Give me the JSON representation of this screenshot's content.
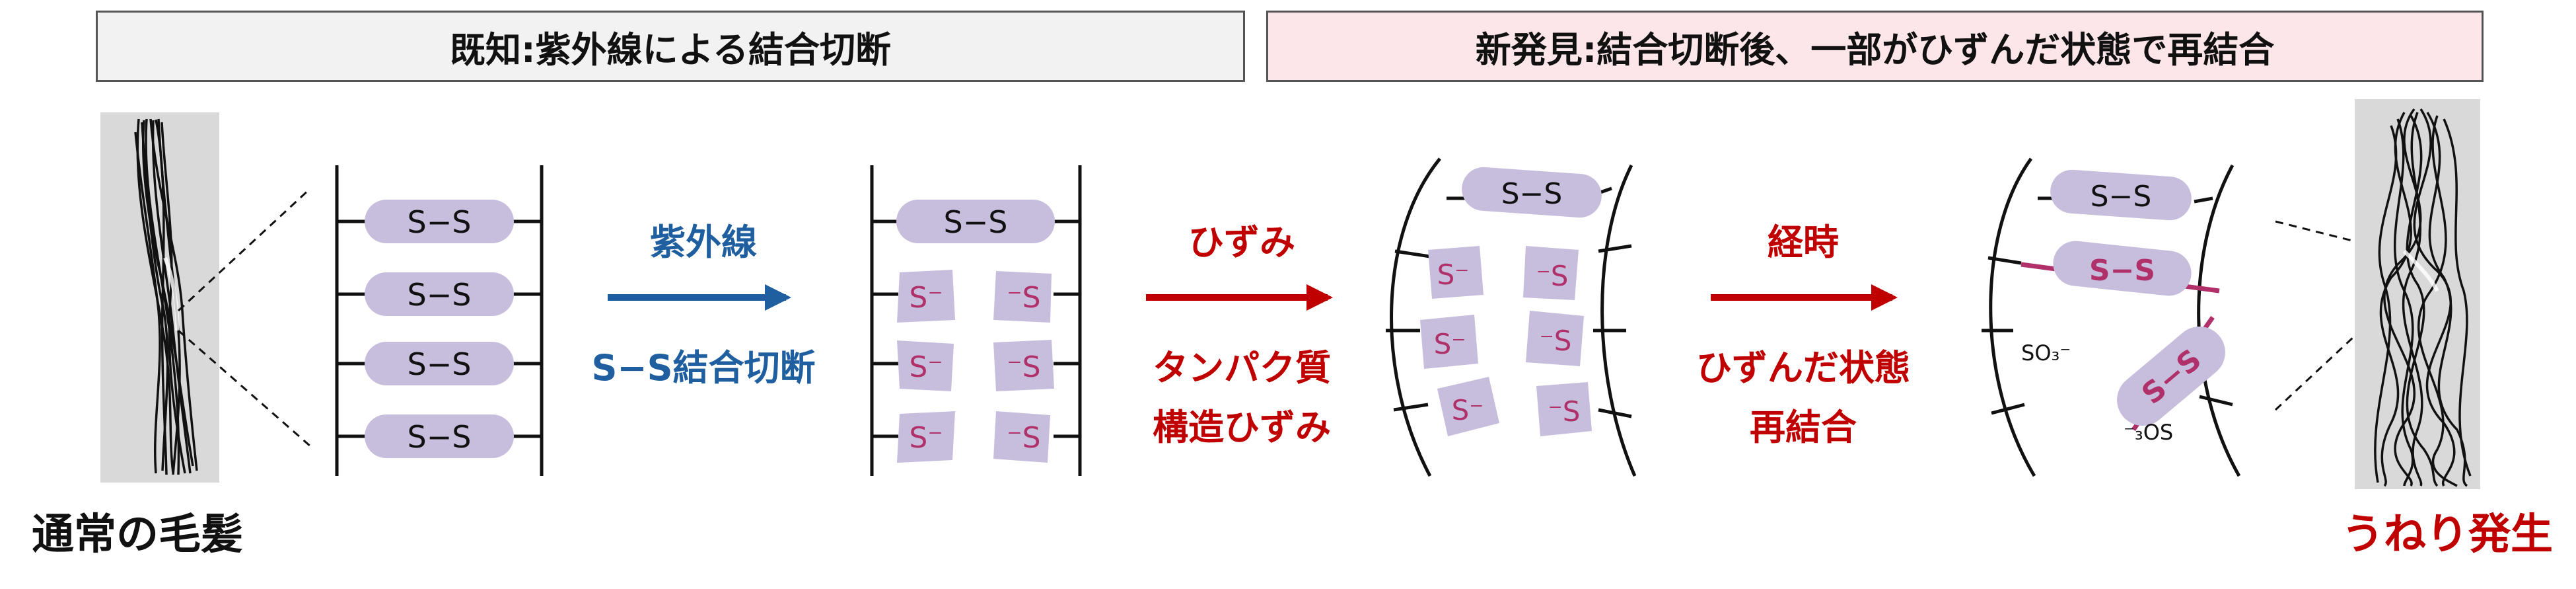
{
  "header": {
    "known": "既知:紫外線による結合切断",
    "new": "新発見:結合切断後、一部がひずんだ状態で再結合"
  },
  "hair": {
    "normal_label": "通常の毛髪",
    "wavy_label": "うねり発生"
  },
  "bond": {
    "intact": "S−S",
    "broken_left": "S⁻",
    "broken_right": "⁻S"
  },
  "steps": [
    {
      "top": "紫外線",
      "bottom": [
        "S−S結合切断"
      ],
      "color": "#1f5fa0"
    },
    {
      "top": "ひずみ",
      "bottom": [
        "タンパク質",
        "構造ひずみ"
      ],
      "color": "#c00000"
    },
    {
      "top": "経時",
      "bottom": [
        "ひずんだ状態",
        "再結合"
      ],
      "color": "#c00000"
    }
  ],
  "reformed": {
    "sulfonate_right": "SO₃⁻",
    "sulfonate_left": "⁻₃OS"
  },
  "colors": {
    "bond_fill": "#c7bedd",
    "reformed_bond": "#b0306a",
    "blue_arrow": "#1f5fa0",
    "red_arrow": "#c00000",
    "hair_bg": "#d9d9d9"
  }
}
